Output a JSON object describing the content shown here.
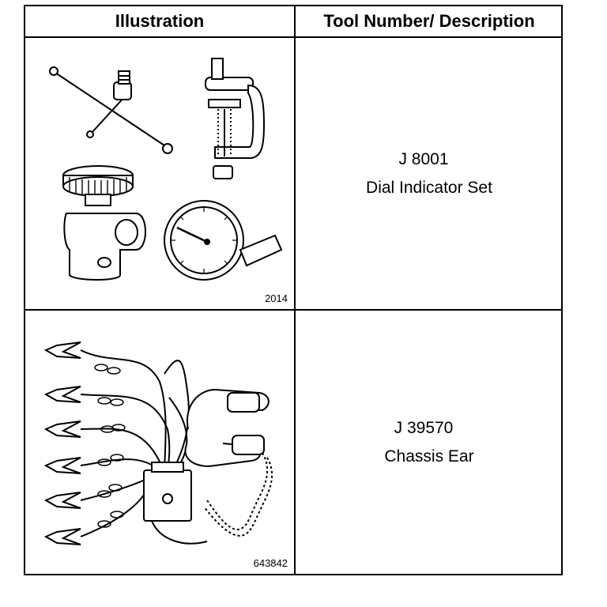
{
  "header": {
    "illustration": "Illustration",
    "description": "Tool Number/ Description"
  },
  "rows": [
    {
      "tool_number": "J 8001",
      "description": "Dial Indicator Set",
      "figure_number": "2014"
    },
    {
      "tool_number": "J 39570",
      "description": "Chassis Ear",
      "figure_number": "643842"
    }
  ]
}
